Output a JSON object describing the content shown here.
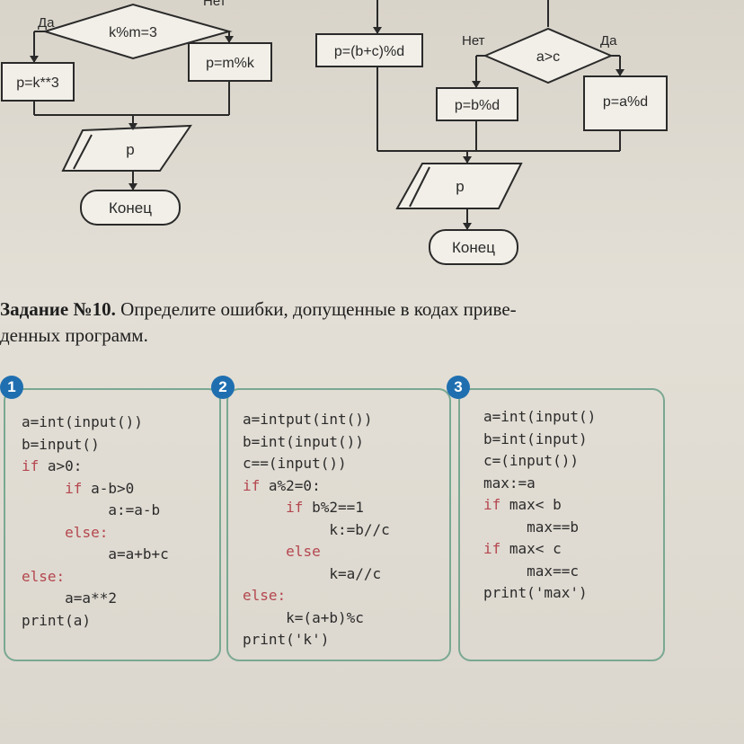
{
  "flowchart_left": {
    "decision": "k%m=3",
    "yes_label": "Да",
    "no_label": "Нет",
    "yes_action": "p=k**3",
    "no_action": "p=m%k",
    "output": "p",
    "end": "Конец"
  },
  "flowchart_right": {
    "top_action": "p=(b+c)%d",
    "no_label": "Нет",
    "decision": "a>c",
    "yes_label": "Да",
    "no_action": "p=b%d",
    "yes_action": "p=a%d",
    "output": "p",
    "end": "Конец"
  },
  "task": {
    "number": "Задание №10.",
    "text_line1": " Определите ошибки, допущенные в кодах приве-",
    "text_line2": "денных программ."
  },
  "programs": [
    {
      "badge": "1",
      "lines": [
        "a=int(input())",
        "b=input()",
        "if a>0:",
        "     if a-b>0",
        "          a:=a-b",
        "     else:",
        "          a=a+b+c",
        "else:",
        "     a=a**2",
        "print(a)"
      ]
    },
    {
      "badge": "2",
      "lines": [
        "a=intput(int())",
        "b=int(input())",
        "c==(input())",
        "if a%2=0:",
        "     if b%2==1",
        "          k:=b//c",
        "     else",
        "          k=a//c",
        "else:",
        "     k=(a+b)%c",
        "print('k')"
      ]
    },
    {
      "badge": "3",
      "lines": [
        "a=int(input()",
        "b=int(input)",
        "c=(input())",
        "max:=a",
        "if max< b",
        "     max==b",
        "if max< c",
        "     max==c",
        "print('max')"
      ]
    }
  ]
}
